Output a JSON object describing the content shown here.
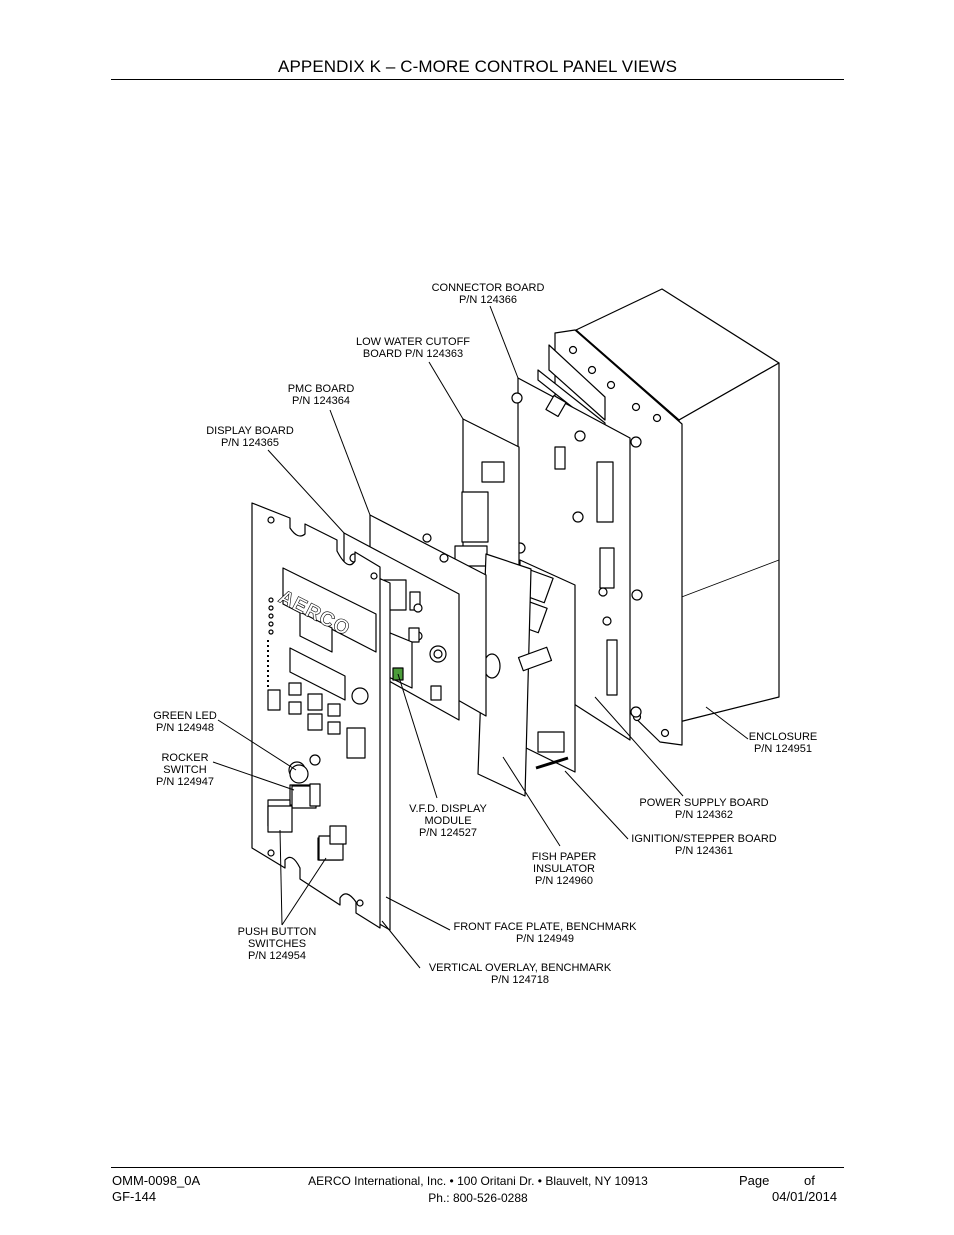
{
  "header": {
    "title": "APPENDIX K – C-MORE CONTROL PANEL VIEWS"
  },
  "footer": {
    "doc_number": "OMM-0098_0A",
    "form_number": "GF-144",
    "company": "AERCO International, Inc. • 100 Oritani Dr. •  Blauvelt, NY 10913",
    "phone": "Ph.: 800-526-0288",
    "page_word": "Page",
    "of_word": "of",
    "date": "04/01/2014"
  },
  "diagram": {
    "logo_text": "AERCO",
    "labels": {
      "connector_board": [
        "CONNECTOR BOARD",
        "P/N 124366"
      ],
      "low_water_cutoff": [
        "LOW WATER CUTOFF",
        "BOARD P/N 124363"
      ],
      "pmc_board": [
        "PMC BOARD",
        "P/N 124364"
      ],
      "display_board": [
        "DISPLAY BOARD",
        "P/N 124365"
      ],
      "green_led": [
        "GREEN LED",
        "P/N 124948"
      ],
      "rocker_switch": [
        "ROCKER",
        "SWITCH",
        "P/N 124947"
      ],
      "push_button_switches": [
        "PUSH BUTTON",
        "SWITCHES",
        "P/N 124954"
      ],
      "vfd_display": [
        "V.F.D. DISPLAY",
        "MODULE",
        "P/N 124527"
      ],
      "fish_paper": [
        "FISH PAPER",
        "INSULATOR",
        "P/N 124960"
      ],
      "front_face_plate": [
        "FRONT FACE PLATE, BENCHMARK",
        "P/N 124949"
      ],
      "vertical_overlay": [
        "VERTICAL OVERLAY, BENCHMARK",
        "P/N 124718"
      ],
      "enclosure": [
        "ENCLOSURE",
        "P/N 124951"
      ],
      "power_supply": [
        "POWER SUPPLY BOARD",
        "P/N 124362"
      ],
      "ignition_stepper": [
        "IGNITION/STEPPER BOARD",
        "P/N 124361"
      ]
    }
  }
}
